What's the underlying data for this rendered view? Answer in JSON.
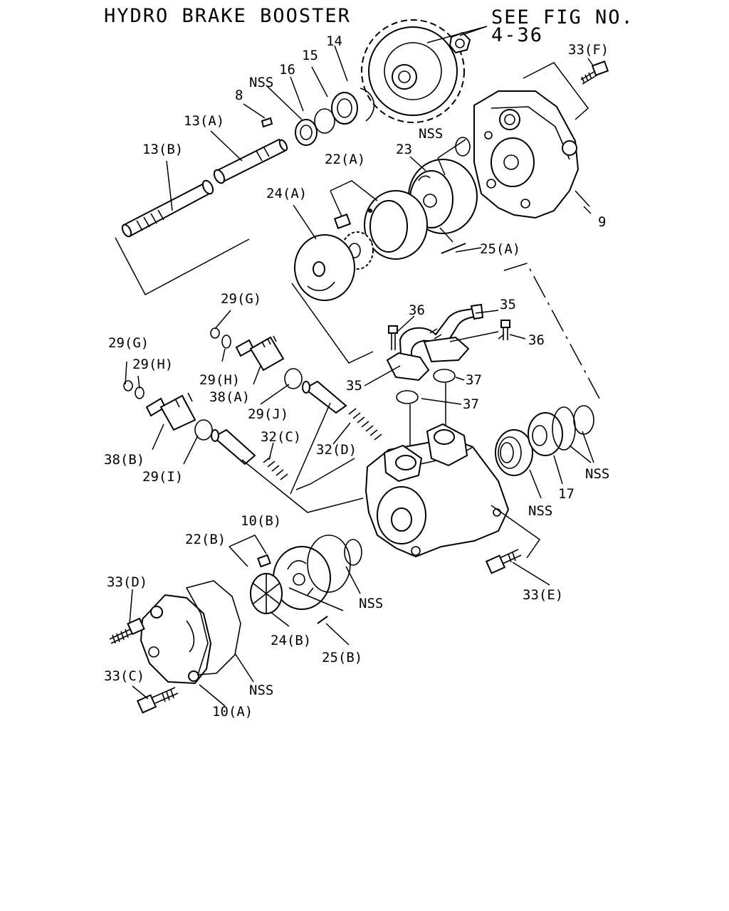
{
  "title": "HYDRO BRAKE BOOSTER",
  "reference": {
    "line1": "SEE FIG NO.",
    "line2": "4-36"
  },
  "labels": {
    "p33f": "33(F)",
    "p14": "14",
    "p15": "15",
    "p16": "16",
    "nss_top": "NSS",
    "p8": "8",
    "p13a": "13(A)",
    "p13b": "13(B)",
    "nss_cover": "NSS",
    "p23": "23",
    "p22a": "22(A)",
    "p24a": "24(A)",
    "p9": "9",
    "p25a": "25(A)",
    "p36_left": "36",
    "p35_top": "35",
    "p36_right": "36",
    "p29g_top": "29(G)",
    "p29g_left": "29(G)",
    "p29h_top": "29(H)",
    "p29h_left": "29(H)",
    "p38a": "38(A)",
    "p29j": "29(J)",
    "p35_mid": "35",
    "p37_top": "37",
    "p37_bottom": "37",
    "p38b": "38(B)",
    "p32c": "32(C)",
    "p32d": "32(D)",
    "p29i": "29(I)",
    "nss_right": "NSS",
    "p17": "17",
    "nss_bearing": "NSS",
    "p10b": "10(B)",
    "p22b": "22(B)",
    "p33d": "33(D)",
    "nss_lower": "NSS",
    "p33e": "33(E)",
    "p24b": "24(B)",
    "p25b": "25(B)",
    "p33c": "33(C)",
    "nss_gasket": "NSS",
    "p10a": "10(A)"
  }
}
